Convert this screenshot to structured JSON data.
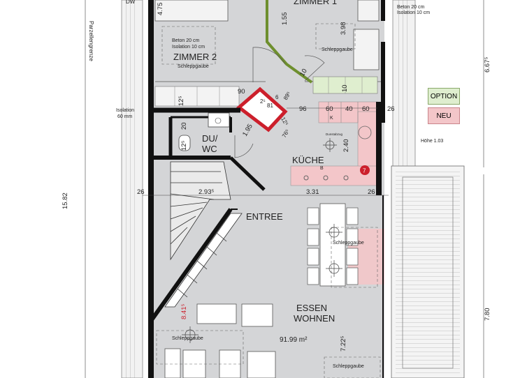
{
  "rooms": {
    "zimmer1": "ZIMMER 1",
    "zimmer2": "ZIMMER 2",
    "du_wc_1": "DU/",
    "du_wc_2": "WC",
    "kueche": "KÜCHE",
    "entree": "ENTREE",
    "essen": "ESSEN",
    "wohnen": "WOHNEN",
    "area": "91.99 m²"
  },
  "notes": {
    "dw": "DW",
    "beton": "Beton 20 cm",
    "isolation10": "Isolation 10 cm",
    "schleppgaube": "Schleppgaube",
    "isolation": "Isolation",
    "isolation60": "60 mm",
    "parzellengrenze": "Parzellengrenze",
    "hoehe": "Höhe 1.03",
    "k": "K",
    "b": "B",
    "dunstabzug": "Dunstabzug",
    "badge": "7"
  },
  "dims": {
    "d475": "4.75",
    "d155": "1.55",
    "d398": "3.98",
    "d6675": "6.67⁵",
    "d90": "90",
    "d10a": "10",
    "d10b": "10",
    "d125a": "12⁵",
    "d25": "2⁵",
    "d81": "81",
    "d6": "6",
    "d895": "89⁵",
    "d96": "96",
    "d60a": "60",
    "d40": "40",
    "d60b": "60",
    "d26a": "26",
    "d125b": "12⁵",
    "d765": "76⁵",
    "d20": "20",
    "d125c": "12⁵",
    "d195": "1.95",
    "d240": "2.40",
    "d26b": "26",
    "d2935": "2.93⁵",
    "d331": "3.31",
    "d26c": "26",
    "d1582": "15.82",
    "d8415": "8.41⁵",
    "d7225": "7.22⁵",
    "d780": "7.80"
  },
  "legend": {
    "option": "OPTION",
    "neu": "NEU",
    "option_color": "#dfeecf",
    "neu_color": "#f3c6c9"
  },
  "colors": {
    "floor": "#d4d5d7",
    "wall": "#111111",
    "option_wall": "#6e8f2e",
    "neu_wall": "#cc1f2b",
    "neu_fill": "#f3c6c9",
    "option_fill": "#dfeecf",
    "badge": "#cc1f2b"
  }
}
